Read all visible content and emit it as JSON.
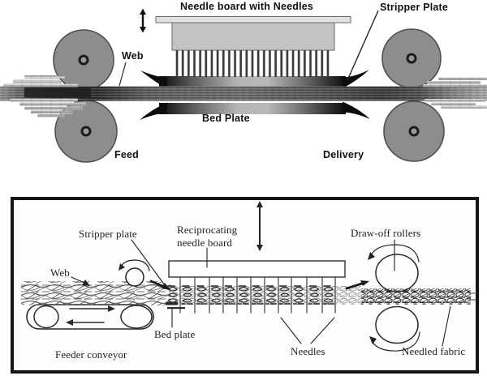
{
  "page": {
    "background": "#ffffff"
  },
  "top_diagram": {
    "labels": {
      "title": "Needle board with Needles",
      "stripper_plate": "Stripper Plate",
      "web": "Web",
      "bed_plate": "Bed Plate",
      "feed": "Feed",
      "delivery": "Delivery"
    },
    "colors": {
      "roller": "#8d8d8d",
      "roller_outline": "#4f4f4f",
      "board_body": "#c3c3c3",
      "board_top_plate": "#e1e1e1",
      "plate_dark": "#0c0c0c"
    }
  },
  "bottom_diagram": {
    "labels": {
      "stripper_plate": "Stripper plate",
      "reciprocating_needle_board": "Reciprocating needle board",
      "draw_off_rollers": "Draw-off rollers",
      "web": "Web",
      "bed_plate": "Bed plate",
      "feeder_conveyor": "Feeder conveyor",
      "needles": "Needles",
      "needled_fabric": "Needled fabric"
    },
    "colors": {
      "ink": "#222222",
      "box_border": "#151515"
    }
  }
}
